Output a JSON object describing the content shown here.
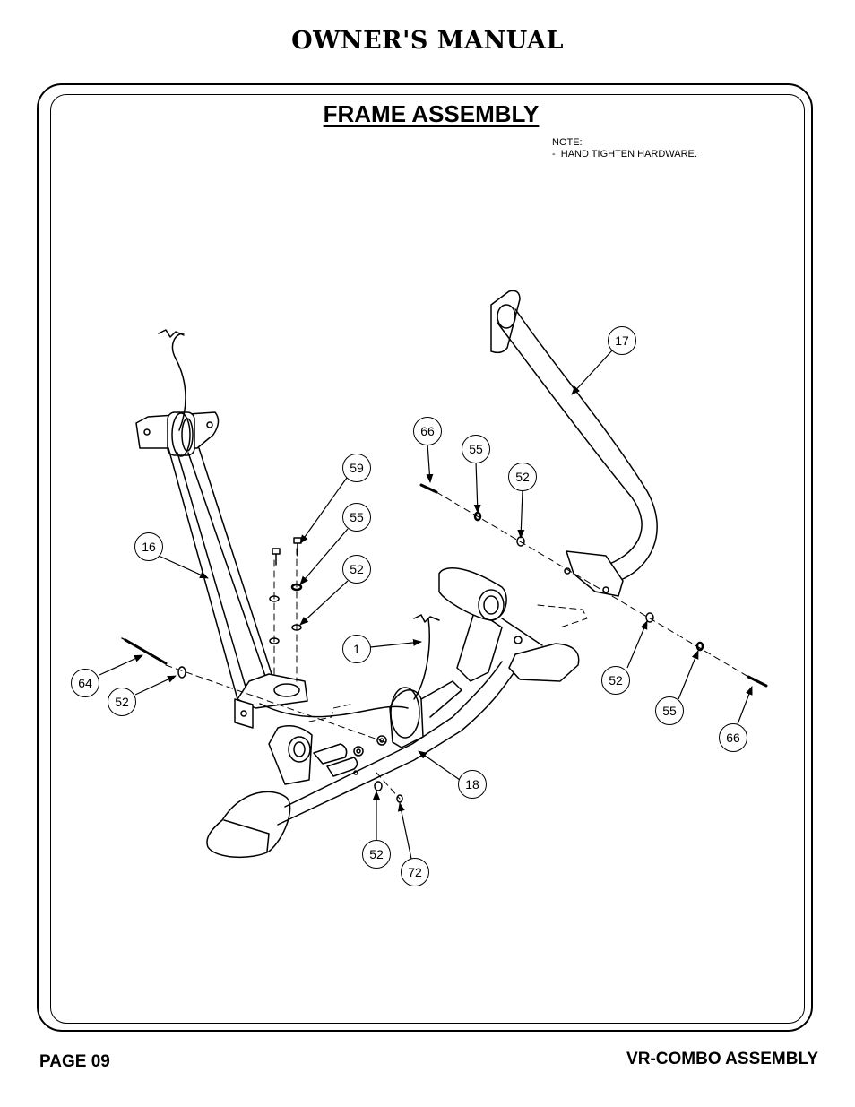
{
  "header": {
    "title": "OWNER'S MANUAL"
  },
  "section": {
    "title": "FRAME ASSEMBLY"
  },
  "note": {
    "heading": "NOTE:",
    "line1": "-  HAND TIGHTEN HARDWARE."
  },
  "callouts": [
    {
      "id": "c17",
      "label": "17"
    },
    {
      "id": "c66a",
      "label": "66"
    },
    {
      "id": "c55a",
      "label": "55"
    },
    {
      "id": "c52a",
      "label": "52"
    },
    {
      "id": "c59",
      "label": "59"
    },
    {
      "id": "c55b",
      "label": "55"
    },
    {
      "id": "c52b",
      "label": "52"
    },
    {
      "id": "c16",
      "label": "16"
    },
    {
      "id": "c1",
      "label": "1"
    },
    {
      "id": "c64",
      "label": "64"
    },
    {
      "id": "c52c",
      "label": "52"
    },
    {
      "id": "c52d",
      "label": "52"
    },
    {
      "id": "c55c",
      "label": "55"
    },
    {
      "id": "c66b",
      "label": "66"
    },
    {
      "id": "c18",
      "label": "18"
    },
    {
      "id": "c52e",
      "label": "52"
    },
    {
      "id": "c72",
      "label": "72"
    }
  ],
  "footer": {
    "page": "PAGE 09",
    "assembly": "VR-COMBO ASSEMBLY"
  }
}
